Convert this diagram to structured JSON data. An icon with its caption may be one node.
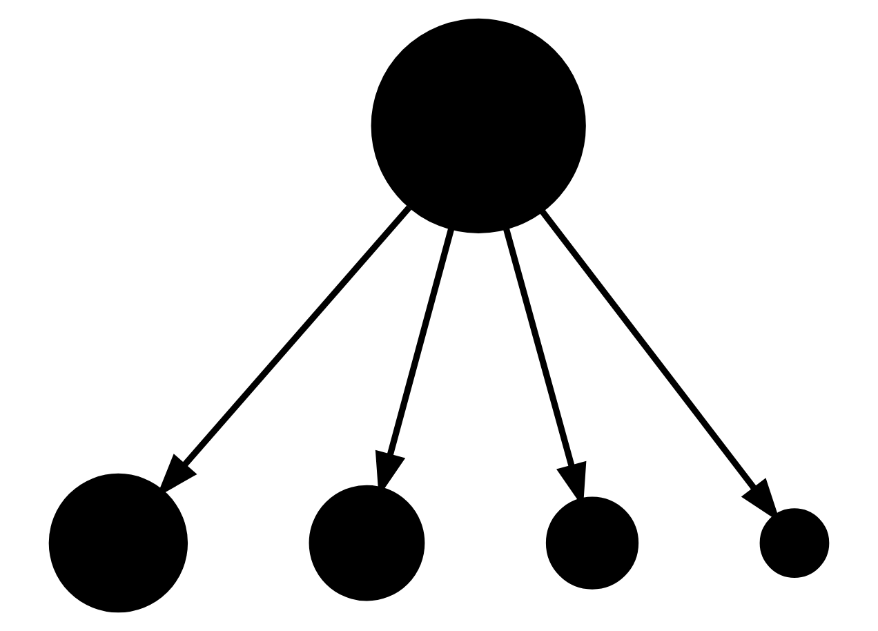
{
  "diagram": {
    "nodes": [
      {
        "text": [],
        "shape": "circle"
      },
      {
        "text": [],
        "shape": "circle"
      },
      {
        "text": [],
        "shape": "circle"
      },
      {
        "text": [],
        "shape": "circle"
      },
      {
        "text": [],
        "shape": "circle"
      }
    ],
    "edges": [
      {
        "from": 0,
        "to": 1,
        "arrow": "to"
      },
      {
        "from": 0,
        "to": 2,
        "arrow": "to"
      },
      {
        "from": 0,
        "to": 3,
        "arrow": "to"
      },
      {
        "from": 0,
        "to": 4,
        "arrow": "to"
      }
    ]
  }
}
